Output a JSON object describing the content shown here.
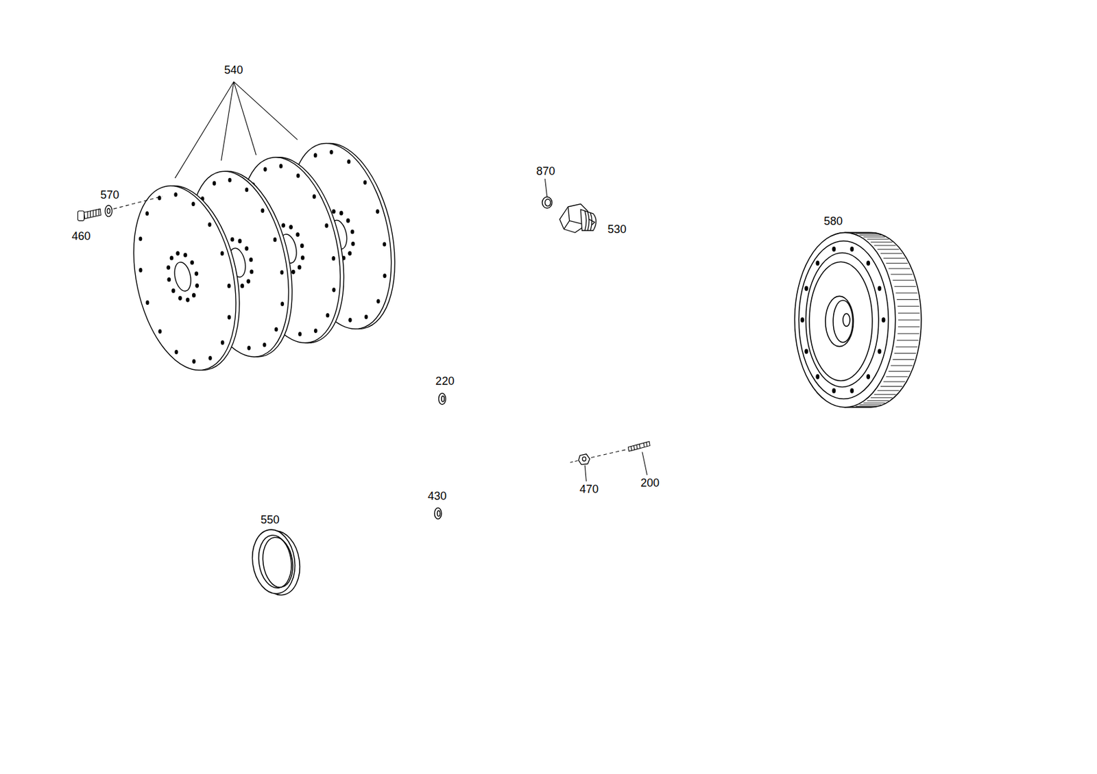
{
  "diagram": {
    "labels": [
      "540",
      "870",
      "570",
      "530",
      "460",
      "580",
      "220",
      "470",
      "200",
      "430",
      "550"
    ]
  }
}
